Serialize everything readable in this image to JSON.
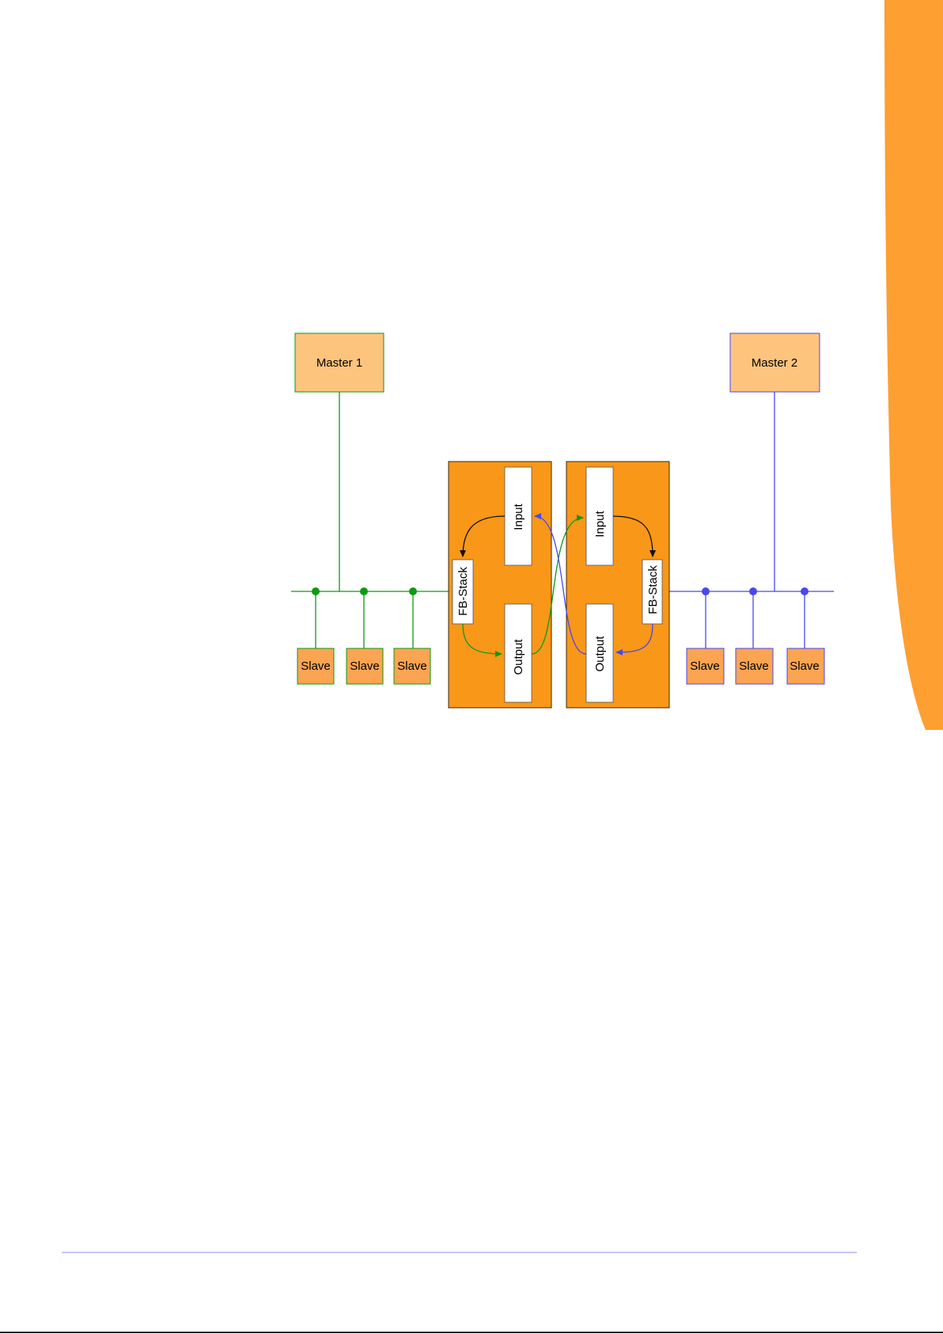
{
  "colors": {
    "accent_tab": "#fe9f31",
    "master_fill": "#fcc47d",
    "slave_fill": "#fba452",
    "module_fill": "#f99718",
    "network_1": "#0e9a12",
    "network_2": "#4848f0",
    "internal_arrow": "#111111",
    "footer_rule": "#8e8ee6"
  },
  "diagram": {
    "master_1": {
      "label": "Master 1"
    },
    "master_2": {
      "label": "Master 2"
    },
    "network_1": {
      "slaves": [
        "Slave",
        "Slave",
        "Slave"
      ]
    },
    "network_2": {
      "slaves": [
        "Slave",
        "Slave",
        "Slave"
      ]
    },
    "module_left": {
      "input": "Input",
      "output": "Output",
      "stack": "FB-Stack"
    },
    "module_right": {
      "input": "Input",
      "output": "Output",
      "stack": "FB-Stack"
    }
  }
}
